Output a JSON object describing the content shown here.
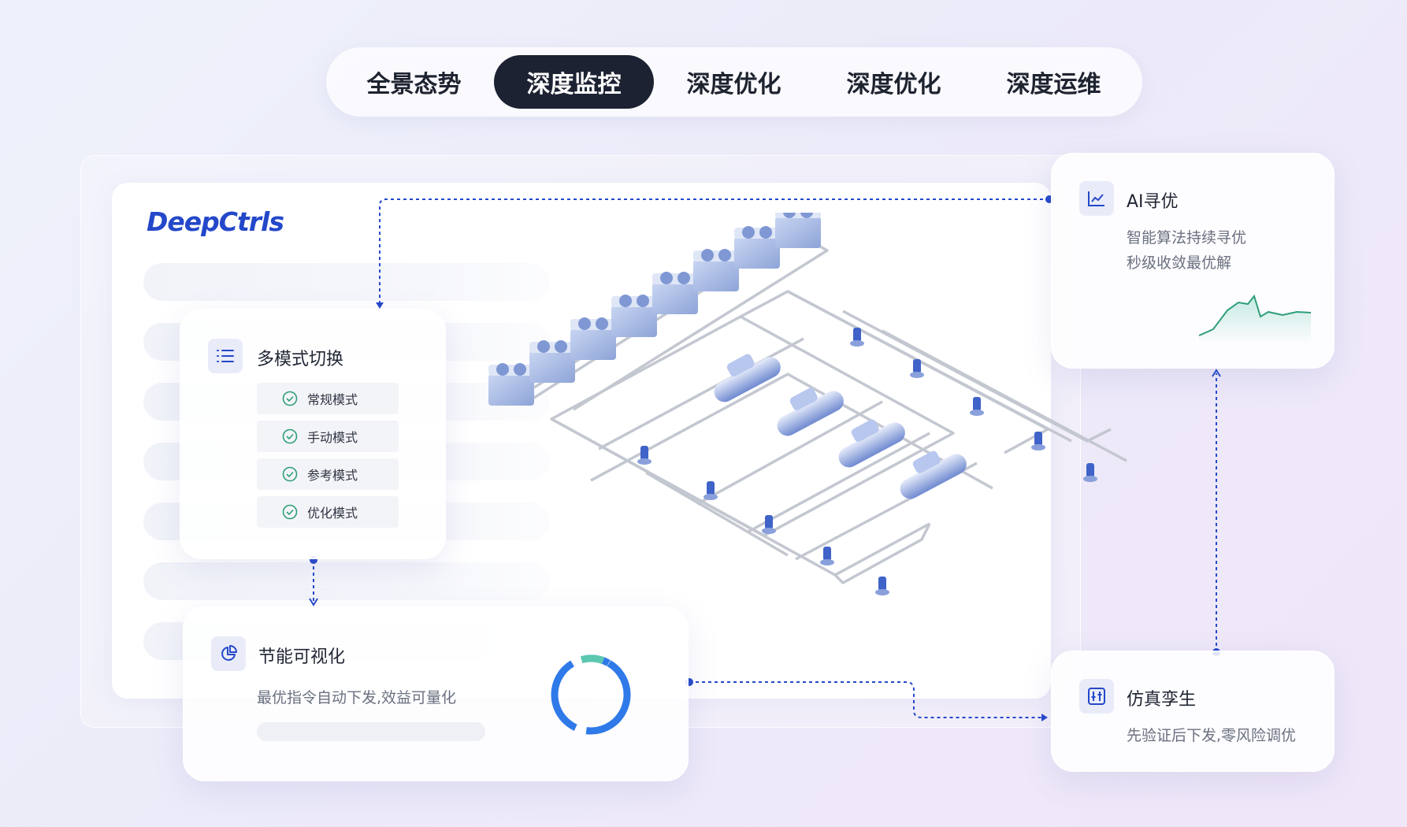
{
  "tabs": [
    {
      "label": "全景态势",
      "active": false
    },
    {
      "label": "深度监控",
      "active": true
    },
    {
      "label": "深度优化",
      "active": false
    },
    {
      "label": "深度优化",
      "active": false
    },
    {
      "label": "深度运维",
      "active": false
    }
  ],
  "brand": {
    "logo_text": "DeepCtrls",
    "logo_color": "#2448c9"
  },
  "mode_card": {
    "title": "多模式切换",
    "icon": "list-icon",
    "items": [
      "常规模式",
      "手动模式",
      "参考模式",
      "优化模式"
    ]
  },
  "energy_card": {
    "title": "节能可视化",
    "icon": "pie-chart-icon",
    "subtitle": "最优指令自动下发,效益可量化"
  },
  "ai_card": {
    "title": "AI寻优",
    "icon": "line-chart-icon",
    "line1": "智能算法持续寻优",
    "line2": "秒级收敛最优解"
  },
  "sim_card": {
    "title": "仿真孪生",
    "icon": "sliders-icon",
    "subtitle": "先验证后下发,零风险调优"
  },
  "colors": {
    "accent": "#2448c9",
    "active_tab_bg": "#1c2232",
    "check_green": "#2f9e7a",
    "ring_blue": "#2f7ae8",
    "ring_teal": "#5cc8b0"
  }
}
